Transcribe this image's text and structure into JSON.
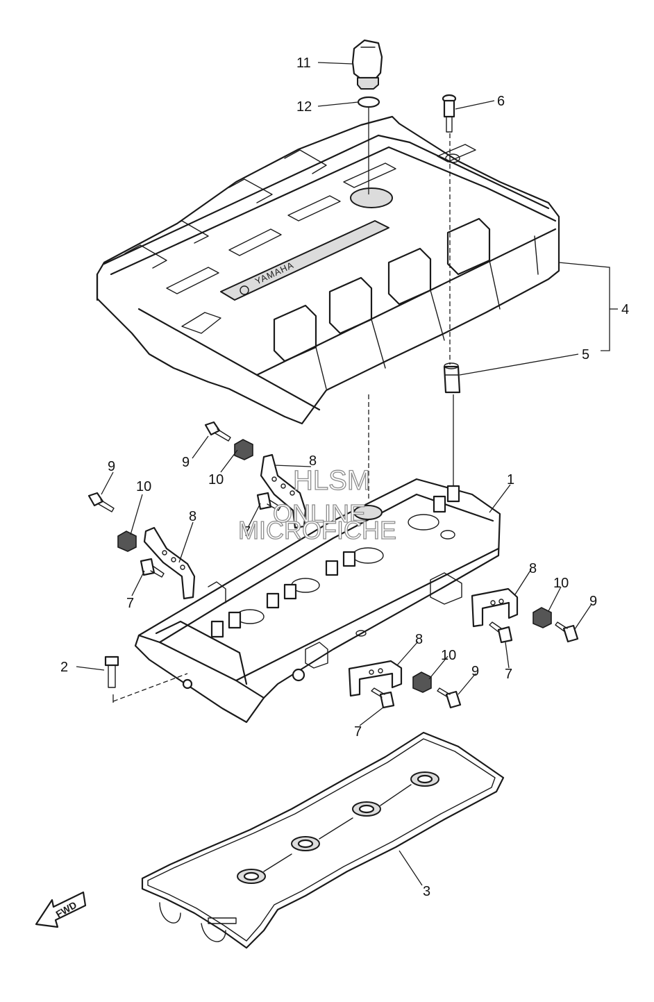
{
  "diagram": {
    "callouts": {
      "c1": "1",
      "c2": "2",
      "c3": "3",
      "c4": "4",
      "c5": "5",
      "c6": "6",
      "c7": "7",
      "c8": "8",
      "c9": "9",
      "c10": "10",
      "c11": "11",
      "c12": "12"
    },
    "cover_logo_text": "YAMAHA",
    "direction_arrow_label": "FWD",
    "watermark": {
      "line1": "HLSM",
      "line2": "ONLINE",
      "line3": "MICROFICHE"
    }
  }
}
